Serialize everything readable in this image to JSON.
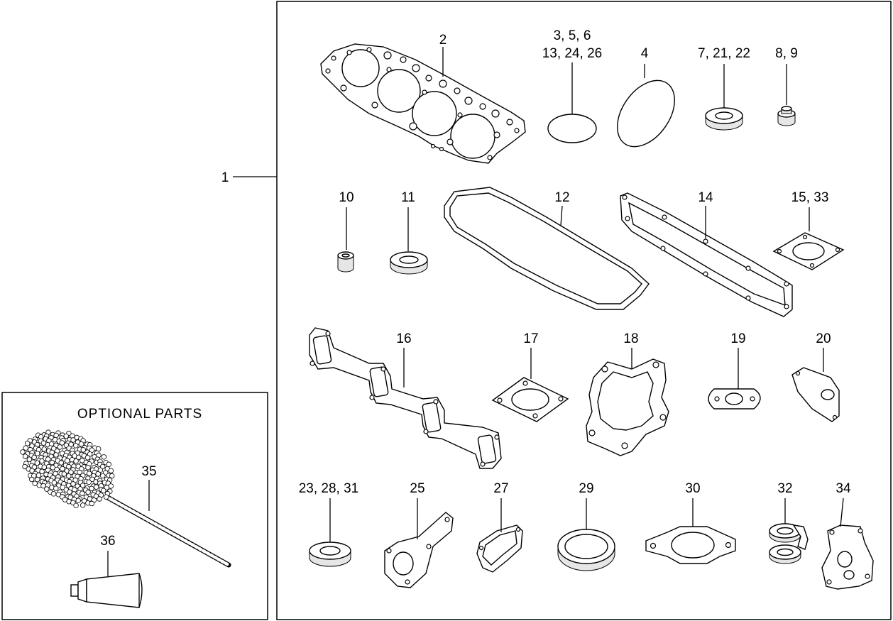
{
  "optional_box": {
    "title": "OPTIONAL  PARTS"
  },
  "callouts": {
    "c1": "1",
    "c2": "2",
    "c3": "3, 5, 6",
    "c3b": "13, 24, 26",
    "c4": "4",
    "c7": "7, 21, 22",
    "c8": "8, 9",
    "c10": "10",
    "c11": "11",
    "c12": "12",
    "c14": "14",
    "c15": "15, 33",
    "c16": "16",
    "c17": "17",
    "c18": "18",
    "c19": "19",
    "c20": "20",
    "c23": "23, 28, 31",
    "c25": "25",
    "c27": "27",
    "c29": "29",
    "c30": "30",
    "c32": "32",
    "c34": "34",
    "c35": "35",
    "c36": "36"
  }
}
